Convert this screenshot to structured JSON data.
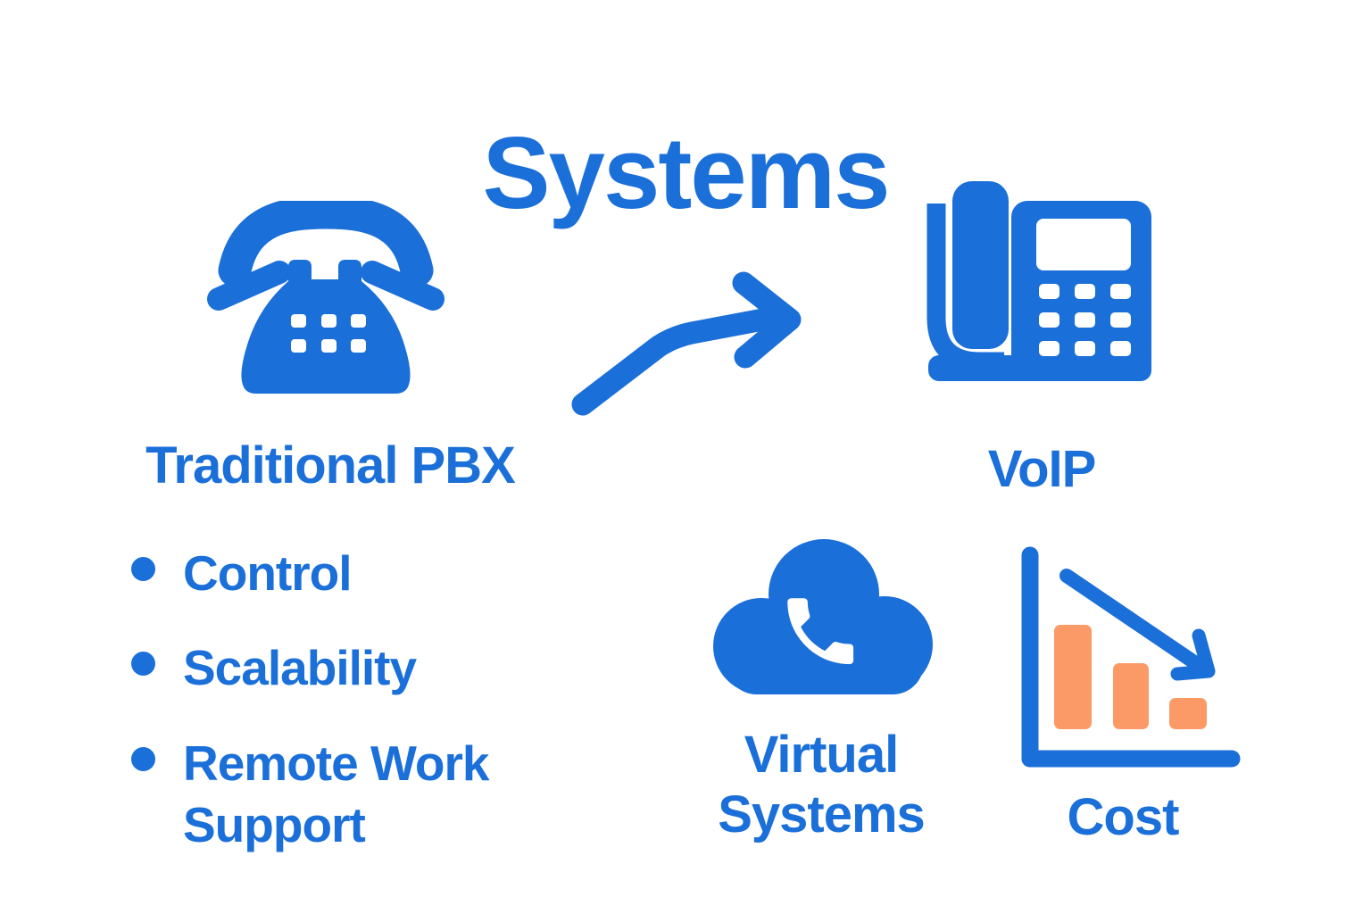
{
  "colors": {
    "primary_blue": "#1B6FD9",
    "accent_orange": "#FB9A66",
    "background": "#FFFFFF"
  },
  "header": {
    "title": "Systems"
  },
  "flow": {
    "from": {
      "label": "Traditional PBX",
      "icon": "classic-telephone-icon"
    },
    "arrow_icon": "transition-arrow-icon",
    "to": {
      "label": "VoIP",
      "icon": "desk-phone-icon"
    }
  },
  "pbx_features": {
    "items": [
      "Control",
      "Scalability",
      "Remote Work Support"
    ]
  },
  "voip_highlights": {
    "virtual_systems": {
      "label": "Virtual Systems",
      "icon": "cloud-phone-icon"
    },
    "cost": {
      "label": "Cost",
      "icon": "declining-bar-chart-icon"
    }
  }
}
